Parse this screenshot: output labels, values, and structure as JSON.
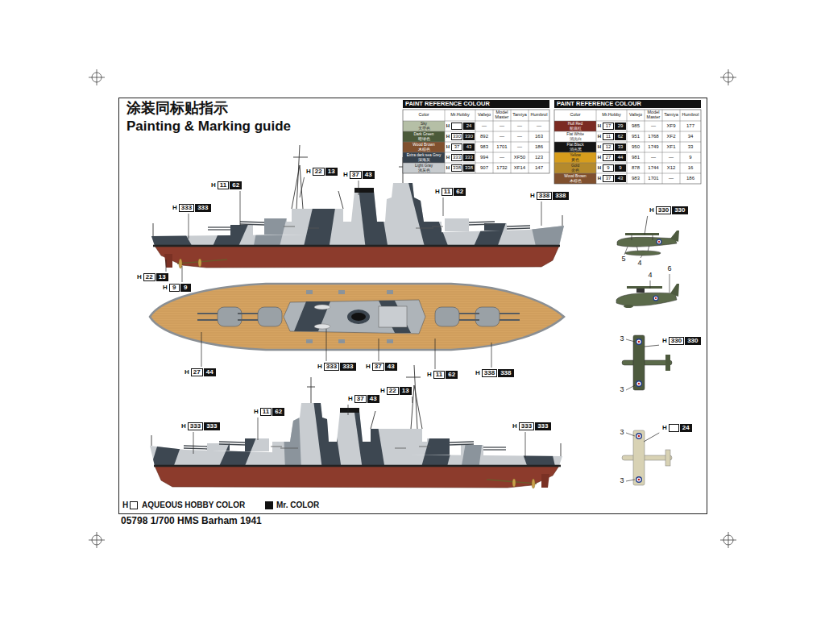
{
  "diagram": {
    "title": "Painting & Marking guide",
    "caption": "05798 1/700 HMS Barham 1941",
    "nodes": [
      {
        "text": [
          "H",
          "22",
          "13"
        ]
      },
      {
        "text": [
          "H",
          "37",
          "43"
        ]
      },
      {
        "text": [
          "H",
          "11",
          "62"
        ]
      },
      {
        "text": [
          "H",
          "11",
          "62"
        ]
      },
      {
        "text": [
          "H",
          "338",
          "338"
        ]
      },
      {
        "text": [
          "H",
          "333",
          "333"
        ]
      },
      {
        "text": [
          "H",
          "330",
          "330"
        ]
      },
      {
        "text": [
          "H",
          "22",
          "13"
        ]
      },
      {
        "text": [
          "H",
          "9",
          "9"
        ]
      },
      {
        "text": [
          "H",
          "330",
          "330"
        ]
      },
      {
        "text": [
          "H",
          "27",
          "44"
        ]
      },
      {
        "text": [
          "H",
          "333",
          "333"
        ]
      },
      {
        "text": [
          "H",
          "37",
          "43"
        ]
      },
      {
        "text": [
          "H",
          "11",
          "62"
        ]
      },
      {
        "text": [
          "H",
          "338",
          "338"
        ]
      },
      {
        "text": [
          "H",
          "22",
          "13"
        ]
      },
      {
        "text": [
          "H",
          "37",
          "43"
        ]
      },
      {
        "text": [
          "H",
          "11",
          "62"
        ]
      },
      {
        "text": [
          "H",
          "333",
          "333"
        ]
      },
      {
        "text": [
          "H",
          "333",
          "333"
        ]
      },
      {
        "text": [
          "H",
          "24"
        ]
      }
    ],
    "labels": [
      "涂装同标贴指示",
      "PAINT REFERENCE COLOUR",
      "Color",
      "Mr.Hobby",
      "Vallejo",
      "Model Master",
      "Tamiya",
      "Humbrol",
      "Sky",
      "天空色",
      "H",
      "24",
      "—",
      "—",
      "—",
      "—",
      "Dark Green",
      "暗绿色",
      "H",
      "330",
      "330",
      "892",
      "—",
      "—",
      "163",
      "Wood Brown",
      "木棕色",
      "H",
      "37",
      "43",
      "983",
      "1701",
      "—",
      "186",
      "Extra dark sea Grey",
      "深海灰",
      "H",
      "333",
      "333",
      "994",
      "—",
      "XF50",
      "123",
      "Light Gray",
      "浅灰色",
      "H",
      "338",
      "338",
      "907",
      "1732",
      "XF14",
      "147",
      "PAINT REFERENCE COLOUR",
      "Color",
      "Mr.Hobby",
      "Vallejo",
      "Model Master",
      "Tamiya",
      "Humbrol",
      "Hull Red",
      "船底红",
      "H",
      "17",
      "29",
      "985",
      "—",
      "XF9",
      "177",
      "Flat White",
      "消光白",
      "H",
      "11",
      "62",
      "951",
      "1768",
      "XF2",
      "34",
      "Flat Black",
      "消光黑",
      "H",
      "12",
      "33",
      "950",
      "1749",
      "XF1",
      "33",
      "Yellow",
      "黄色",
      "H",
      "27",
      "44",
      "981",
      "—",
      "—",
      "9",
      "Gold",
      "金色",
      "H",
      "9",
      "9",
      "878",
      "1744",
      "X12",
      "16",
      "Wood Brown",
      "木棕色",
      "H",
      "37",
      "43",
      "983",
      "1701",
      "—",
      "186",
      "5",
      "4",
      "4",
      "6",
      "3",
      "3",
      "3",
      "3",
      "H"
    ],
    "legend": [
      {
        "text": "AQUEOUS HOBBY COLOR",
        "color": "#ffffff"
      },
      {
        "text": "Mr. COLOR",
        "color": "#111111"
      }
    ]
  }
}
